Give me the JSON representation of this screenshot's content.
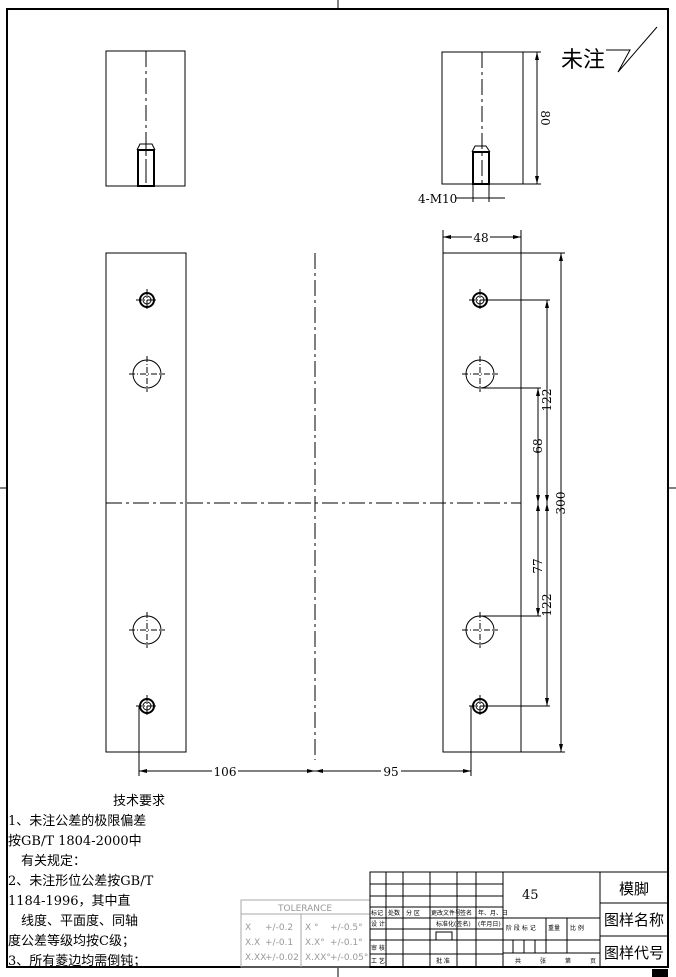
{
  "surface_note": "未注",
  "dimensions": {
    "thread": "4-M10",
    "height_80": "80",
    "width_48": "48",
    "length_300": "300",
    "spacing_122_top": "122",
    "spacing_68": "68",
    "spacing_77": "77",
    "spacing_122_bottom": "122",
    "offset_106": "106",
    "offset_95": "95"
  },
  "tech_requirements": {
    "title": "技术要求",
    "lines": [
      "1、未注公差的极限偏差",
      "按GB/T 1804-2000中",
      "　有关规定：",
      "2、未注形位公差按GB/T",
      "1184-1996，其中直",
      "　线度、平面度、同轴",
      "度公差等级均按C级；",
      "3、所有菱边均需倒钝；"
    ]
  },
  "tolerance": {
    "title": "TOLERANCE",
    "rows": [
      [
        "X",
        "+/-0.2",
        "X °",
        "+/-0.5°"
      ],
      [
        "X.X",
        "+/-0.1",
        "X.X°",
        "+/-0.1°"
      ],
      [
        "X.XX",
        "+/-0.02",
        "X.XX°",
        "+/-0.05°"
      ]
    ]
  },
  "title_block": {
    "material": "45",
    "part_name": "模脚",
    "drawing_name_label": "图样名称",
    "drawing_code_label": "图样代号",
    "header_cells": [
      "标记",
      "处数",
      "分 区",
      "更改文件号",
      "签名",
      "年、月、日"
    ],
    "design": "设 计",
    "standardize": "标准化(签名)",
    "date": "(年月日)",
    "review": "审 核",
    "process": "工 艺",
    "approve": "批 准",
    "stage": "阶 段 标 记",
    "weight": "重量",
    "scale": "比 例",
    "total": "共",
    "sheets": "张",
    "page": "第",
    "page_unit": "页"
  }
}
